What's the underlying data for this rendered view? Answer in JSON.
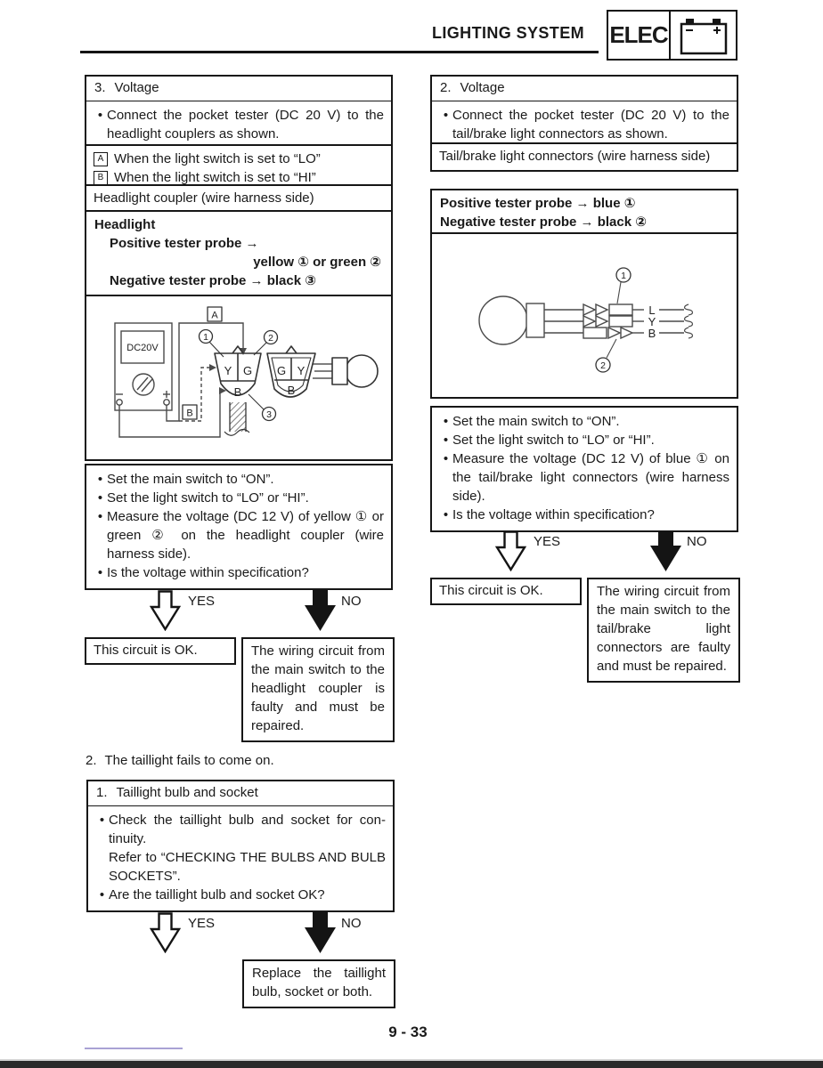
{
  "header": {
    "title": "LIGHTING SYSTEM",
    "tag": "ELEC"
  },
  "flow": {
    "yes": "YES",
    "no": "NO"
  },
  "left": {
    "step_num": "3.",
    "step_name": "Voltage",
    "step_bullet": "Connect the pocket tester (DC 20 V) to the headlight couplers as shown.",
    "notes": [
      {
        "key": "A",
        "text": "When the light switch is set to “LO”"
      },
      {
        "key": "B",
        "text": "When the light switch is set to “HI”"
      }
    ],
    "coupler_label": "Headlight coupler (wire harness side)",
    "probes": {
      "line1": "Headlight",
      "line2": "Positive tester probe →",
      "line3": "yellow ① or green ②",
      "line4": "Negative tester probe → black ③"
    },
    "diagram": {
      "meter": "DC20V",
      "label_a": "A",
      "label_b": "B",
      "c1": "1",
      "c2": "2",
      "c3": "3",
      "coupler1": [
        "Y",
        "G",
        "B"
      ],
      "coupler2": [
        "G",
        "Y",
        "B"
      ]
    },
    "checks": [
      "Set the main switch to “ON”.",
      "Set the light switch to “LO” or “HI”.",
      "Measure the voltage (DC 12 V) of yellow ① or green ② on the headlight coupler (wire harness side).",
      "Is the voltage within specification?"
    ],
    "ok_text": "This circuit is OK.",
    "fail_text": "The wiring circuit from the main switch to the headlight cou­pler is faulty and must be repaired."
  },
  "right": {
    "step_num": "2.",
    "step_name": "Voltage",
    "step_bullet": "Connect the pocket tester (DC 20 V) to the tail/brake light connectors as shown.",
    "connectors_label": "Tail/brake light connectors (wire harness side)",
    "probes": {
      "line1": "Positive tester probe → blue ①",
      "line2": "Negative tester probe → black ②"
    },
    "diagram": {
      "c1": "1",
      "c2": "2",
      "wires": [
        "L",
        "Y",
        "B"
      ]
    },
    "checks": [
      "Set the main switch to “ON”.",
      "Set the light switch to “LO” or “HI”.",
      "Measure the voltage (DC 12 V) of blue ① on the tail/brake light connectors (wire har­ness side).",
      "Is the voltage within specification?"
    ],
    "ok_text": "This circuit is OK.",
    "fail_text": "The wiring circuit from the main switch to the tail/brake light connectors are faulty and must be repaired."
  },
  "taillight": {
    "heading_num": "2.",
    "heading_text": "The taillight fails to come on.",
    "box_num": "1.",
    "box_name": "Taillight bulb and socket",
    "bullets": [
      "Check the taillight bulb and socket for con­tinuity.",
      "Refer to “CHECKING THE BULBS AND BULB SOCKETS”.",
      "Are the taillight bulb and socket OK?"
    ],
    "replace_text": "Replace the taillight bulb, socket or both."
  },
  "footer": {
    "page_number": "9 - 33"
  }
}
